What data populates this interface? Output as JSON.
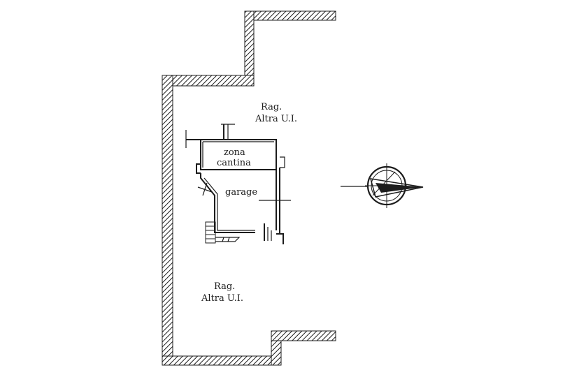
{
  "labels": {
    "upper_rag": "Rag.",
    "upper_altra": "Altra U.I.",
    "lower_rag": "Rag.",
    "lower_altra": "Altra U.I.",
    "zona": "zona",
    "cantina": "cantina",
    "garage": "garage"
  },
  "colors": {
    "ink": "#1c1c1c",
    "background": "#ffffff"
  },
  "icons": {
    "compass": "north-arrow-compass-icon"
  }
}
